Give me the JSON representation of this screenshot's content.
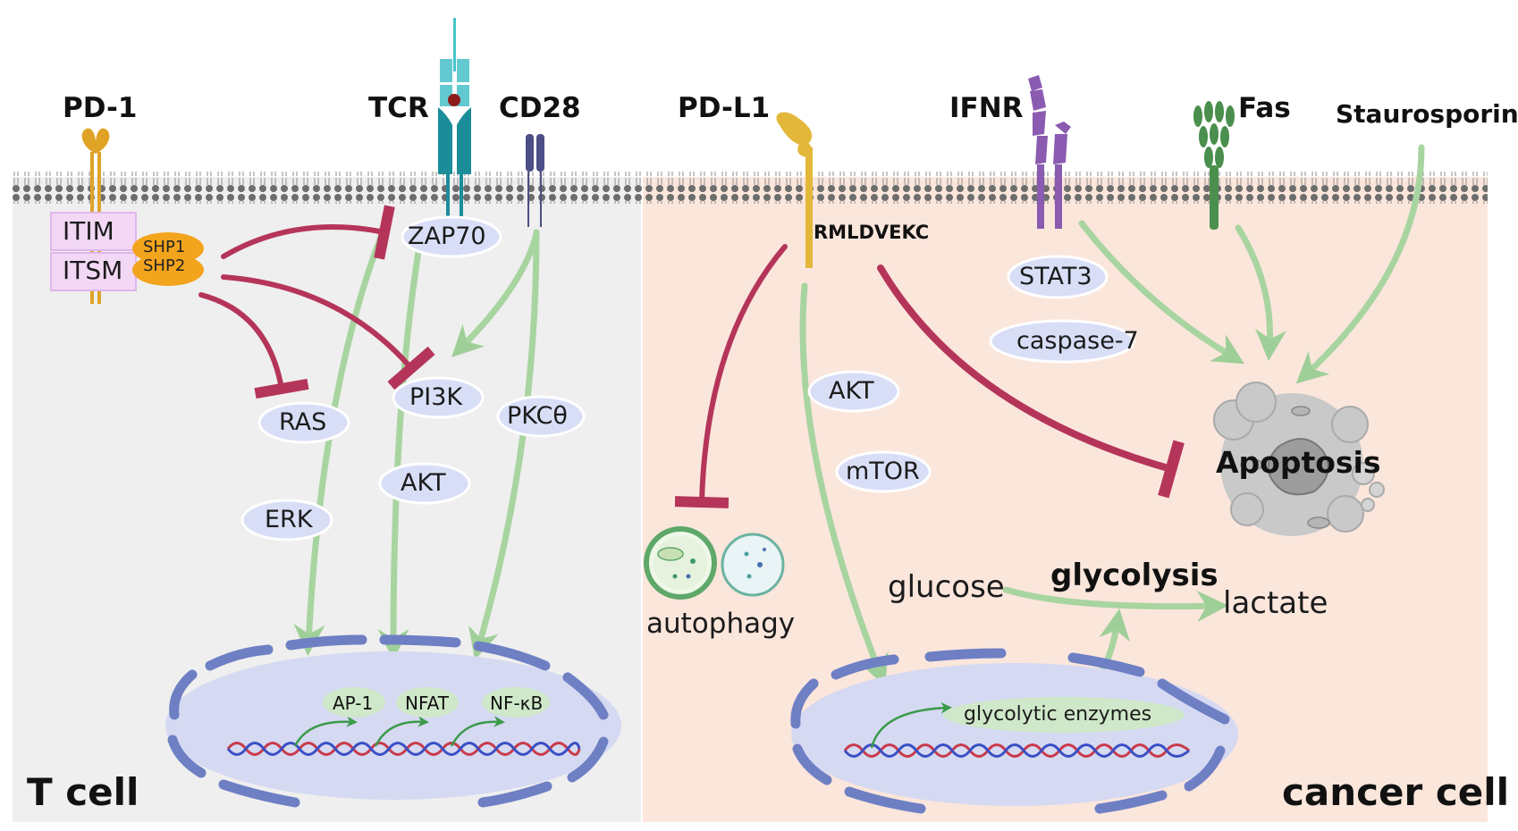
{
  "receptors": {
    "pd1": "PD-1",
    "tcr": "TCR",
    "cd28": "CD28",
    "pdl1": "PD-L1",
    "ifnr": "IFNR",
    "fas": "Fas",
    "staurosporine": "Staurosporine"
  },
  "tcell": {
    "itim": "ITIM",
    "itsm": "ITSM",
    "shp1": "SHP1",
    "shp2": "SHP2",
    "zap70": "ZAP70",
    "pi3k": "PI3K",
    "ras": "RAS",
    "pkc": "PKCθ",
    "akt": "AKT",
    "erk": "ERK",
    "tf": [
      "AP-1",
      "NFAT",
      "NF-κB"
    ],
    "label": "T cell"
  },
  "cancer": {
    "motif": "RMLDVEKC",
    "stat3": "STAT3",
    "caspase7": "caspase-7",
    "akt": "AKT",
    "mtor": "mTOR",
    "autophagy": "autophagy",
    "apoptosis": "Apoptosis",
    "glucose": "glucose",
    "glycolysis": "glycolysis",
    "lactate": "lactate",
    "enzymes": "glycolytic enzymes",
    "label": "cancer cell"
  },
  "colors": {
    "tcell_bg": "#efefef",
    "cancer_bg": "#fbe6dc",
    "node_fill": "#d9def7",
    "inhibit": "#b5355a",
    "activate": "#a8d4a0",
    "pd1": "#e0a325",
    "tcr": "#1b8d99",
    "cd28": "#4c4e85",
    "pdl1": "#e3b83a",
    "ifnr": "#8a5bb0",
    "fas": "#4a8f4d",
    "nucleus": "#d5d9f2"
  }
}
